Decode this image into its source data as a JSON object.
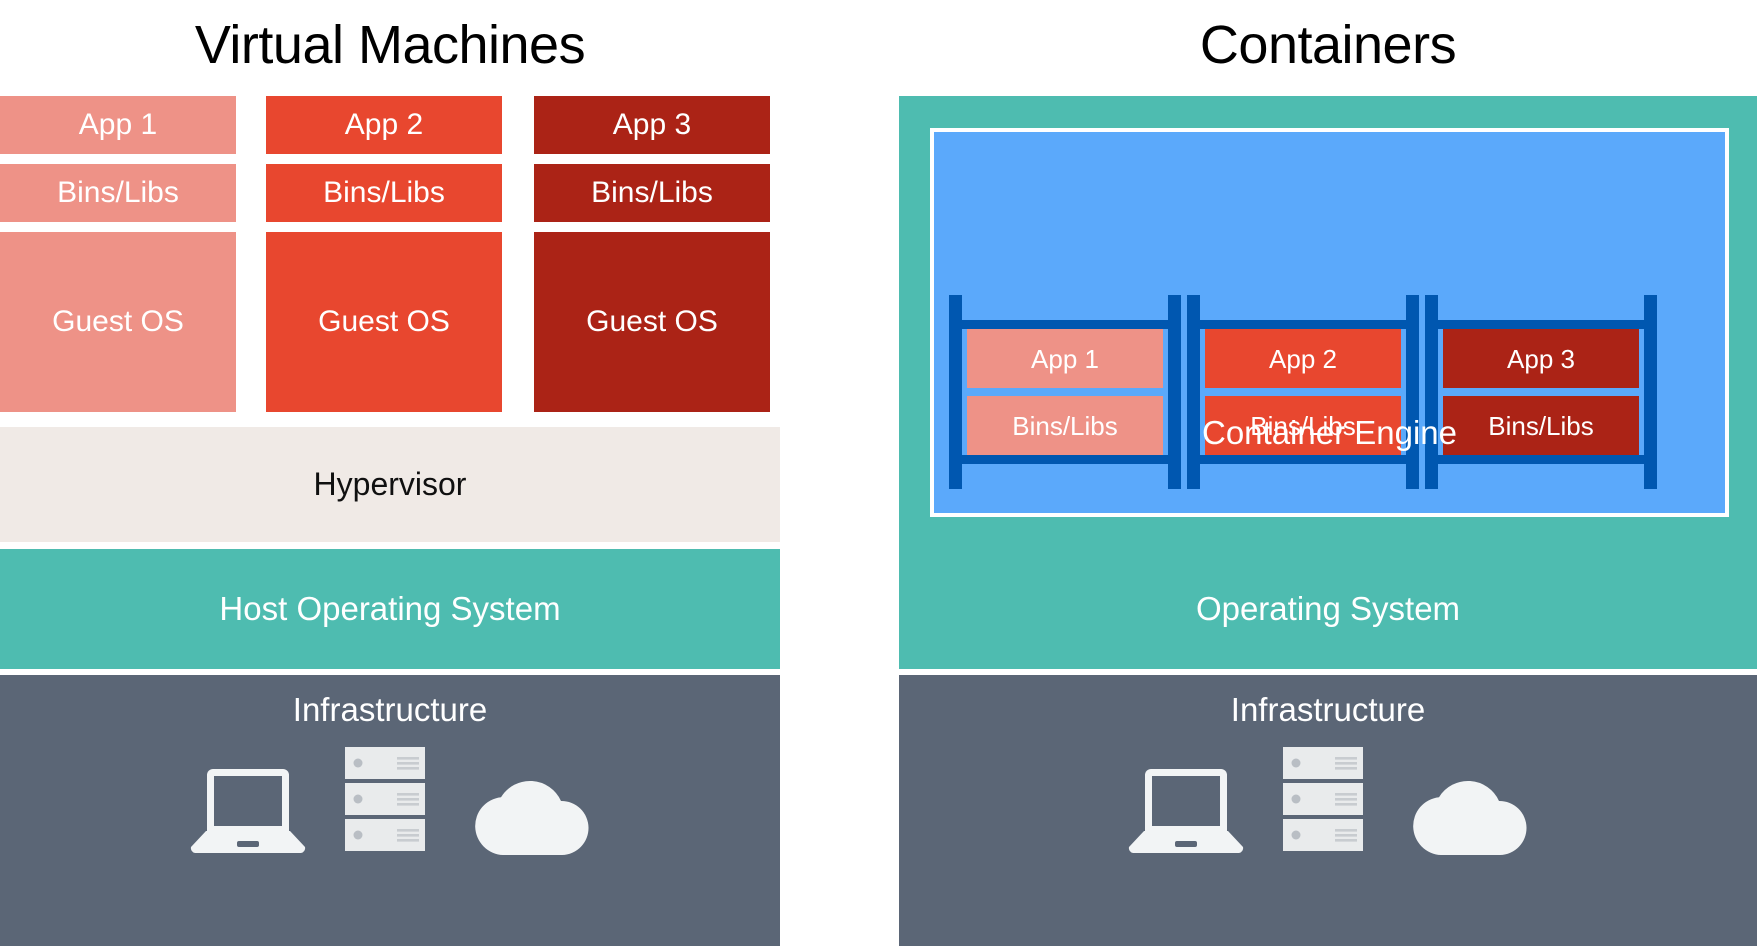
{
  "colors": {
    "app1": "#ee9287",
    "app2": "#e8472f",
    "app3": "#ab2316",
    "hypervisor_bg": "#f0eae6",
    "os_teal": "#4ebcb0",
    "infra_slate": "#5b6676",
    "engine_blue": "#5ba9fb",
    "rack_blue": "#0057b0",
    "white": "#ffffff",
    "black": "#000000"
  },
  "vm": {
    "title": "Virtual Machines",
    "columns": [
      {
        "app": "App 1",
        "bins": "Bins/Libs",
        "guest": "Guest OS",
        "color": "#ee9287"
      },
      {
        "app": "App 2",
        "bins": "Bins/Libs",
        "guest": "Guest OS",
        "color": "#e8472f"
      },
      {
        "app": "App 3",
        "bins": "Bins/Libs",
        "guest": "Guest OS",
        "color": "#ab2316"
      }
    ],
    "hypervisor": "Hypervisor",
    "host_os": "Host Operating System",
    "infrastructure": "Infrastructure",
    "infra_icons": [
      "laptop-icon",
      "server-icon",
      "cloud-icon"
    ]
  },
  "containers": {
    "title": "Containers",
    "racks": [
      {
        "app": "App 1",
        "bins": "Bins/Libs",
        "color": "#ee9287"
      },
      {
        "app": "App 2",
        "bins": "Bins/Libs",
        "color": "#e8472f"
      },
      {
        "app": "App 3",
        "bins": "Bins/Libs",
        "color": "#ab2316"
      }
    ],
    "engine": "Container Engine",
    "operating_system": "Operating System",
    "infrastructure": "Infrastructure",
    "infra_icons": [
      "laptop-icon",
      "server-icon",
      "cloud-icon"
    ]
  }
}
